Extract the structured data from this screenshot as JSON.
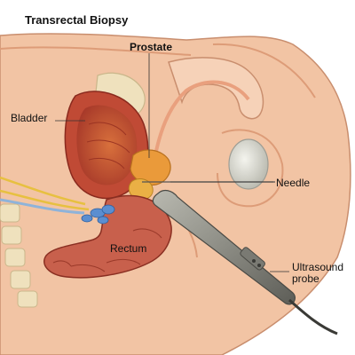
{
  "title": "Transrectal Biopsy",
  "labels": {
    "prostate": "Prostate",
    "bladder": "Bladder",
    "needle": "Needle",
    "rectum": "Rectum",
    "probe_line1": "Ultrasound",
    "probe_line2": "probe"
  },
  "colors": {
    "skin": "#f2c4a4",
    "skin_dark": "#dd9c78",
    "bladder": "#c04a35",
    "bladder_inner": "#d8703c",
    "prostate": "#ea9a3a",
    "rectum": "#c8604c",
    "bone": "#efe1bd",
    "probe": "#8c8c84",
    "nerve": "#e7c040"
  }
}
